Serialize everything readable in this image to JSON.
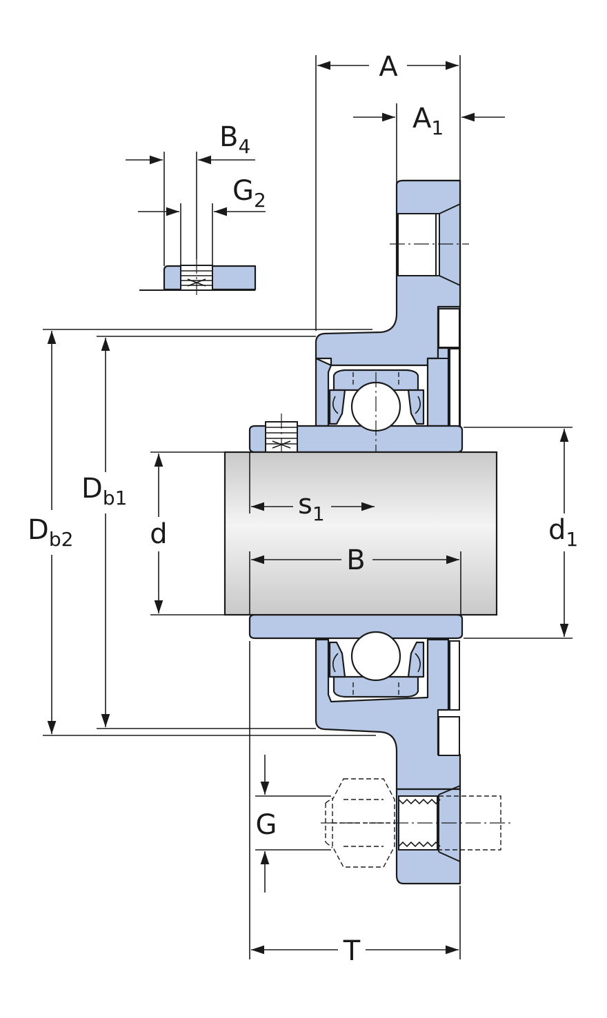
{
  "dimension_labels": {
    "A": {
      "main": "A",
      "sub": ""
    },
    "A1": {
      "main": "A",
      "sub": "1"
    },
    "B4": {
      "main": "B",
      "sub": "4"
    },
    "G2": {
      "main": "G",
      "sub": "2"
    },
    "Db1": {
      "main": "D",
      "sub": "b1"
    },
    "Db2": {
      "main": "D",
      "sub": "b2"
    },
    "d": {
      "main": "d",
      "sub": ""
    },
    "s1": {
      "main": "s",
      "sub": "1"
    },
    "B": {
      "main": "B",
      "sub": ""
    },
    "d1": {
      "main": "d",
      "sub": "1"
    },
    "G": {
      "main": "G",
      "sub": ""
    },
    "T": {
      "main": "T",
      "sub": ""
    }
  },
  "colors": {
    "part_fill": "#b7c9e6",
    "line": "#1a1a1a",
    "shaft_light": "#f4f4f4",
    "shaft_dark": "#c9c9c9"
  }
}
